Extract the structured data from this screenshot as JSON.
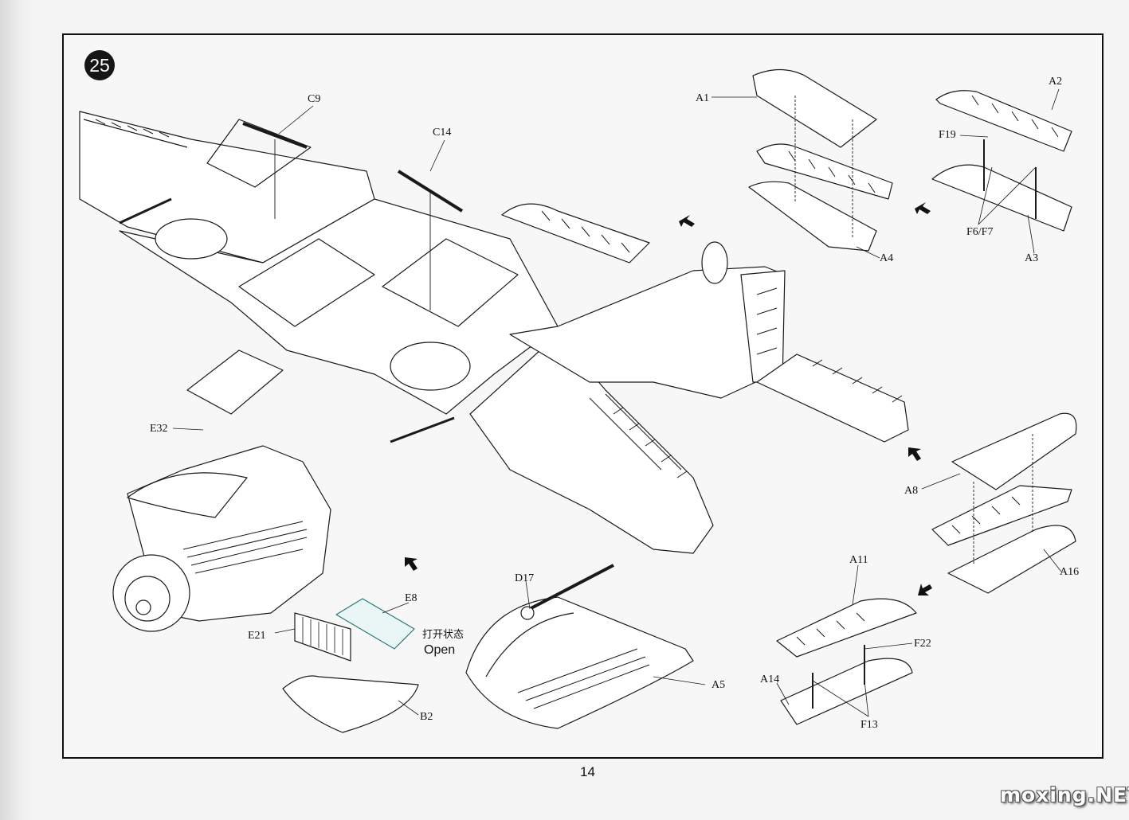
{
  "step_number": "25",
  "page_number": "14",
  "watermark": "moxing.NET",
  "open_note": {
    "chinese": "打开状态",
    "english": "Open"
  },
  "part_labels": {
    "C9": "C9",
    "C14": "C14",
    "A1": "A1",
    "A2": "A2",
    "F19": "F19",
    "F6F7": "F6/F7",
    "A3": "A3",
    "A4": "A4",
    "E32": "E32",
    "A8": "A8",
    "A16": "A16",
    "A11": "A11",
    "D17": "D17",
    "E8": "E8",
    "E21": "E21",
    "B2": "B2",
    "A5": "A5",
    "F22": "F22",
    "A14": "A14",
    "F13": "F13"
  },
  "icons": [
    "direction-arrow-icon"
  ]
}
